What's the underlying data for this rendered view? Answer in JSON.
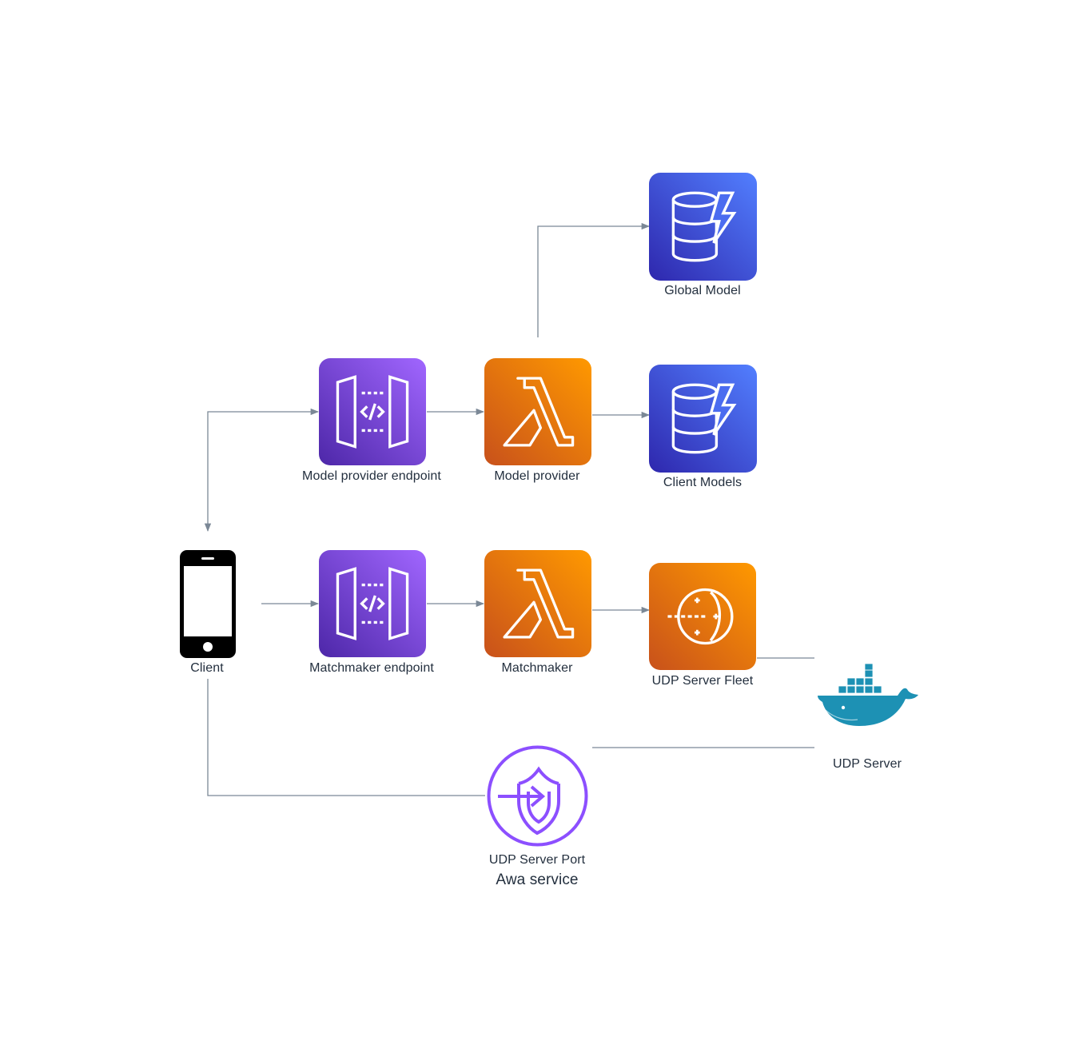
{
  "nodes": {
    "global_model": {
      "label": "Global Model",
      "icon": "dynamodb-icon"
    },
    "model_provider_endpoint": {
      "label": "Model provider endpoint",
      "icon": "api-gateway-icon"
    },
    "model_provider": {
      "label": "Model provider",
      "icon": "lambda-icon"
    },
    "client_models": {
      "label": "Client Models",
      "icon": "dynamodb-icon"
    },
    "client": {
      "label": "Client",
      "icon": "mobile-phone-icon"
    },
    "matchmaker_endpoint": {
      "label": "Matchmaker endpoint",
      "icon": "api-gateway-icon"
    },
    "matchmaker": {
      "label": "Matchmaker",
      "icon": "lambda-icon"
    },
    "udp_server_fleet": {
      "label": "UDP Server Fleet",
      "icon": "gamelift-icon"
    },
    "udp_server": {
      "label": "UDP Server",
      "icon": "docker-whale-icon"
    },
    "udp_server_port": {
      "label": "UDP Server Port",
      "icon": "global-accelerator-icon"
    }
  },
  "group_label": "Awa service",
  "colors": {
    "connector": "#7b8896",
    "purple_dark": "#4d27a8",
    "purple_light": "#a166ff",
    "orange_dark": "#c8511b",
    "orange_light": "#ff9900",
    "blue_dark": "#2e27ad",
    "blue_light": "#527fff",
    "docker_blue": "#1d91b4",
    "text": "#232f3e"
  },
  "edges": [
    {
      "from": "model_provider",
      "to": "global_model",
      "arrow": true
    },
    {
      "from": "client",
      "to": "model_provider_endpoint",
      "arrow": true,
      "bidirectional": true
    },
    {
      "from": "model_provider_endpoint",
      "to": "model_provider",
      "arrow": true
    },
    {
      "from": "model_provider",
      "to": "client_models",
      "arrow": true
    },
    {
      "from": "client",
      "to": "matchmaker_endpoint",
      "arrow": true
    },
    {
      "from": "matchmaker_endpoint",
      "to": "matchmaker",
      "arrow": true
    },
    {
      "from": "matchmaker",
      "to": "udp_server_fleet",
      "arrow": true
    },
    {
      "from": "udp_server_fleet",
      "to": "udp_server",
      "arrow": false
    },
    {
      "from": "udp_server_port",
      "to": "udp_server",
      "arrow": false
    },
    {
      "from": "client",
      "to": "udp_server_port",
      "arrow": false
    }
  ]
}
